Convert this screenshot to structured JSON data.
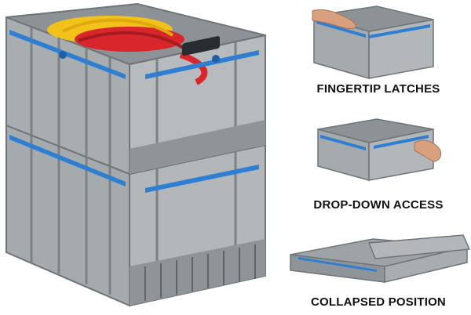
{
  "features": [
    {
      "label": "FINGERTIP LATCHES"
    },
    {
      "label": "DROP-DOWN ACCESS"
    },
    {
      "label": "COLLAPSED POSITION"
    }
  ],
  "colors": {
    "crate_gray": "#9ea3a6",
    "crate_dark": "#6f7478",
    "crate_light": "#c4c8ca",
    "accent_blue": "#2e7fd1",
    "cord_yellow": "#f2c21b",
    "cord_red": "#d8262c",
    "skin": "#d9a07e"
  },
  "icons": [
    "hand-icon",
    "crate-icon",
    "cord-icon"
  ]
}
